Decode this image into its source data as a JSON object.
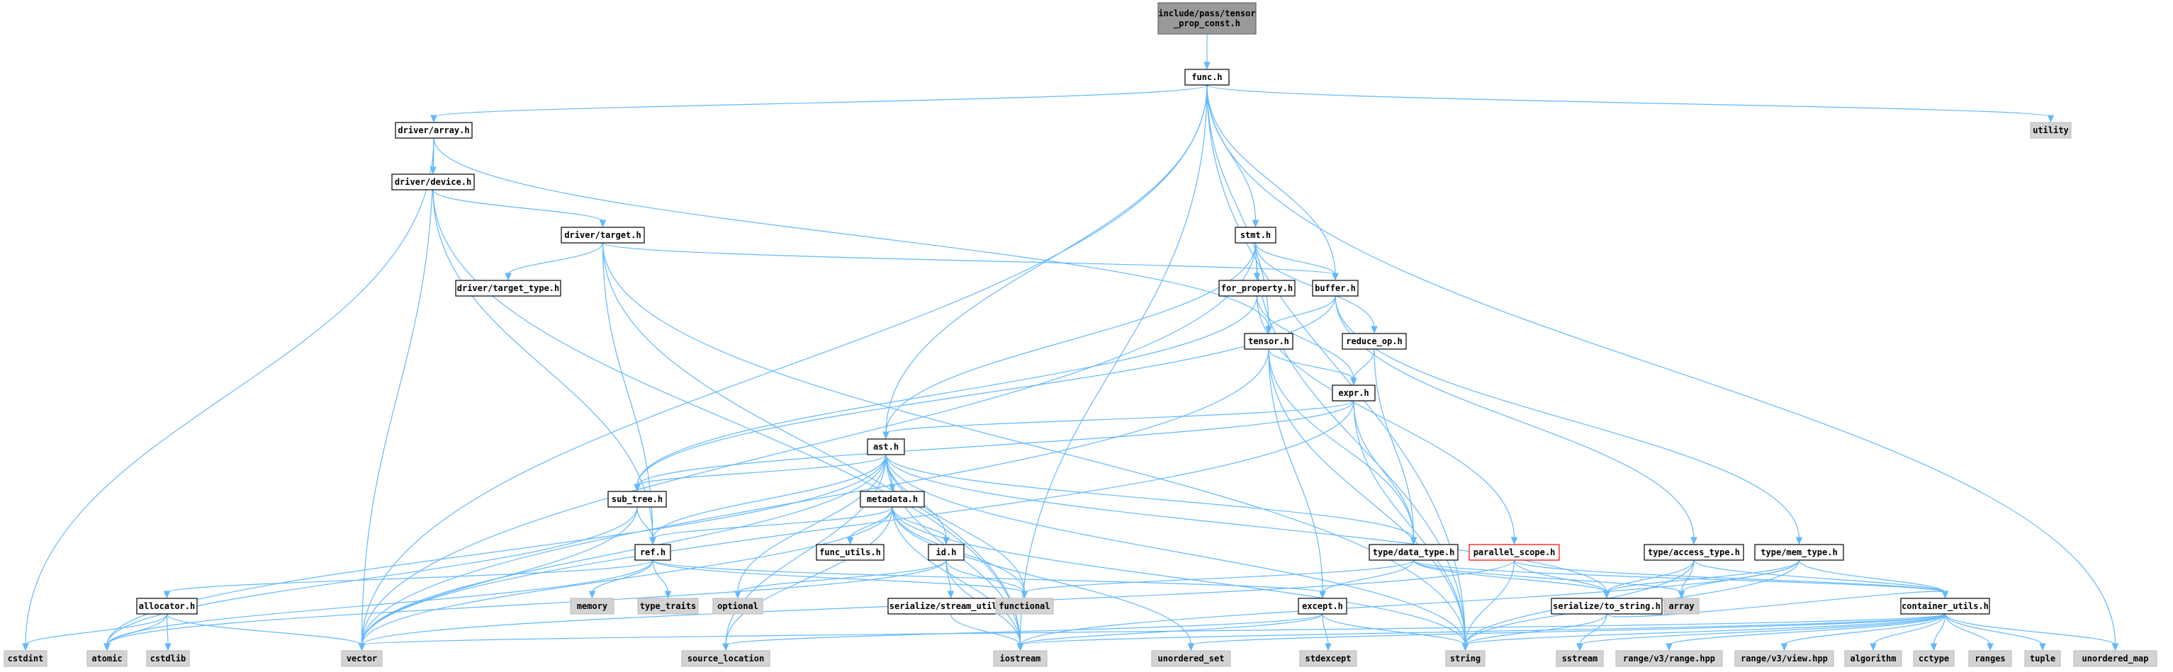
{
  "nodes": [
    {
      "id": "root",
      "lines": [
        "include/pass/tensor",
        "_prop_const.h"
      ],
      "kind": "root"
    },
    {
      "id": "func",
      "lines": [
        "func.h"
      ],
      "kind": "user"
    },
    {
      "id": "utility",
      "lines": [
        "utility"
      ],
      "kind": "system"
    },
    {
      "id": "driver_array",
      "lines": [
        "driver/array.h"
      ],
      "kind": "user"
    },
    {
      "id": "driver_device",
      "lines": [
        "driver/device.h"
      ],
      "kind": "user"
    },
    {
      "id": "driver_target",
      "lines": [
        "driver/target.h"
      ],
      "kind": "user"
    },
    {
      "id": "driver_target_type",
      "lines": [
        "driver/target_type.h"
      ],
      "kind": "user"
    },
    {
      "id": "stmt",
      "lines": [
        "stmt.h"
      ],
      "kind": "user"
    },
    {
      "id": "for_property",
      "lines": [
        "for_property.h"
      ],
      "kind": "user"
    },
    {
      "id": "buffer",
      "lines": [
        "buffer.h"
      ],
      "kind": "user"
    },
    {
      "id": "tensor",
      "lines": [
        "tensor.h"
      ],
      "kind": "user"
    },
    {
      "id": "reduce_op",
      "lines": [
        "reduce_op.h"
      ],
      "kind": "user"
    },
    {
      "id": "expr",
      "lines": [
        "expr.h"
      ],
      "kind": "user"
    },
    {
      "id": "ast",
      "lines": [
        "ast.h"
      ],
      "kind": "user"
    },
    {
      "id": "sub_tree",
      "lines": [
        "sub_tree.h"
      ],
      "kind": "user"
    },
    {
      "id": "metadata",
      "lines": [
        "metadata.h"
      ],
      "kind": "user"
    },
    {
      "id": "ref",
      "lines": [
        "ref.h"
      ],
      "kind": "user"
    },
    {
      "id": "func_utils",
      "lines": [
        "func_utils.h"
      ],
      "kind": "user"
    },
    {
      "id": "id",
      "lines": [
        "id.h"
      ],
      "kind": "user"
    },
    {
      "id": "type_data_type",
      "lines": [
        "type/data_type.h"
      ],
      "kind": "user"
    },
    {
      "id": "parallel_scope",
      "lines": [
        "parallel_scope.h"
      ],
      "kind": "highlight"
    },
    {
      "id": "type_access_type",
      "lines": [
        "type/access_type.h"
      ],
      "kind": "user"
    },
    {
      "id": "type_mem_type",
      "lines": [
        "type/mem_type.h"
      ],
      "kind": "user"
    },
    {
      "id": "allocator",
      "lines": [
        "allocator.h"
      ],
      "kind": "user"
    },
    {
      "id": "serialize_stream_utils",
      "lines": [
        "serialize/stream_utils.h"
      ],
      "kind": "user"
    },
    {
      "id": "except",
      "lines": [
        "except.h"
      ],
      "kind": "user"
    },
    {
      "id": "serialize_to_string",
      "lines": [
        "serialize/to_string.h"
      ],
      "kind": "user"
    },
    {
      "id": "container_utils",
      "lines": [
        "container_utils.h"
      ],
      "kind": "user"
    },
    {
      "id": "memory",
      "lines": [
        "memory"
      ],
      "kind": "system"
    },
    {
      "id": "type_traits",
      "lines": [
        "type_traits"
      ],
      "kind": "system"
    },
    {
      "id": "optional",
      "lines": [
        "optional"
      ],
      "kind": "system"
    },
    {
      "id": "functional",
      "lines": [
        "functional"
      ],
      "kind": "system"
    },
    {
      "id": "array",
      "lines": [
        "array"
      ],
      "kind": "system"
    },
    {
      "id": "cstdint",
      "lines": [
        "cstdint"
      ],
      "kind": "system"
    },
    {
      "id": "atomic",
      "lines": [
        "atomic"
      ],
      "kind": "system"
    },
    {
      "id": "cstdlib",
      "lines": [
        "cstdlib"
      ],
      "kind": "system"
    },
    {
      "id": "vector",
      "lines": [
        "vector"
      ],
      "kind": "system"
    },
    {
      "id": "source_location",
      "lines": [
        "source_location"
      ],
      "kind": "system"
    },
    {
      "id": "iostream",
      "lines": [
        "iostream"
      ],
      "kind": "system"
    },
    {
      "id": "unordered_set",
      "lines": [
        "unordered_set"
      ],
      "kind": "system"
    },
    {
      "id": "stdexcept",
      "lines": [
        "stdexcept"
      ],
      "kind": "system"
    },
    {
      "id": "string",
      "lines": [
        "string"
      ],
      "kind": "system"
    },
    {
      "id": "sstream",
      "lines": [
        "sstream"
      ],
      "kind": "system"
    },
    {
      "id": "range_v3_range",
      "lines": [
        "range/v3/range.hpp"
      ],
      "kind": "system"
    },
    {
      "id": "range_v3_view",
      "lines": [
        "range/v3/view.hpp"
      ],
      "kind": "system"
    },
    {
      "id": "algorithm",
      "lines": [
        "algorithm"
      ],
      "kind": "system"
    },
    {
      "id": "cctype",
      "lines": [
        "cctype"
      ],
      "kind": "system"
    },
    {
      "id": "ranges",
      "lines": [
        "ranges"
      ],
      "kind": "system"
    },
    {
      "id": "tuple",
      "lines": [
        "tuple"
      ],
      "kind": "system"
    },
    {
      "id": "unordered_map",
      "lines": [
        "unordered_map"
      ],
      "kind": "system"
    }
  ],
  "edges": [
    [
      "root",
      "func"
    ],
    [
      "func",
      "utility"
    ],
    [
      "func",
      "driver_array"
    ],
    [
      "func",
      "stmt"
    ],
    [
      "func",
      "buffer"
    ],
    [
      "func",
      "tensor"
    ],
    [
      "func",
      "ast"
    ],
    [
      "func",
      "vector"
    ],
    [
      "func",
      "iostream"
    ],
    [
      "func",
      "string"
    ],
    [
      "func",
      "unordered_map"
    ],
    [
      "driver_array",
      "driver_device"
    ],
    [
      "driver_array",
      "tensor"
    ],
    [
      "driver_array",
      "vector"
    ],
    [
      "driver_array",
      "cstdint"
    ],
    [
      "driver_device",
      "driver_target"
    ],
    [
      "driver_device",
      "ref"
    ],
    [
      "driver_device",
      "iostream"
    ],
    [
      "driver_target",
      "driver_target_type"
    ],
    [
      "driver_target",
      "buffer"
    ],
    [
      "driver_target",
      "ref"
    ],
    [
      "driver_target",
      "iostream"
    ],
    [
      "driver_target",
      "string"
    ],
    [
      "stmt",
      "for_property"
    ],
    [
      "stmt",
      "buffer"
    ],
    [
      "stmt",
      "reduce_op"
    ],
    [
      "stmt",
      "ast"
    ],
    [
      "stmt",
      "vector"
    ],
    [
      "stmt",
      "string"
    ],
    [
      "for_property",
      "sub_tree"
    ],
    [
      "for_property",
      "parallel_scope"
    ],
    [
      "for_property",
      "expr"
    ],
    [
      "buffer",
      "tensor"
    ],
    [
      "buffer",
      "type_access_type"
    ],
    [
      "buffer",
      "type_mem_type"
    ],
    [
      "buffer",
      "sub_tree"
    ],
    [
      "tensor",
      "expr"
    ],
    [
      "tensor",
      "type_data_type"
    ],
    [
      "tensor",
      "except"
    ],
    [
      "tensor",
      "vector"
    ],
    [
      "tensor",
      "string"
    ],
    [
      "reduce_op",
      "expr"
    ],
    [
      "reduce_op",
      "type_data_type"
    ],
    [
      "expr",
      "ast"
    ],
    [
      "expr",
      "type_data_type"
    ],
    [
      "expr",
      "sub_tree"
    ],
    [
      "expr",
      "string"
    ],
    [
      "expr",
      "vector"
    ],
    [
      "ast",
      "metadata"
    ],
    [
      "ast",
      "sub_tree"
    ],
    [
      "ast",
      "ref"
    ],
    [
      "ast",
      "id"
    ],
    [
      "ast",
      "type_data_type"
    ],
    [
      "ast",
      "serialize_to_string"
    ],
    [
      "ast",
      "optional"
    ],
    [
      "ast",
      "functional"
    ],
    [
      "ast",
      "atomic"
    ],
    [
      "ast",
      "iostream"
    ],
    [
      "ast",
      "string"
    ],
    [
      "ast",
      "vector"
    ],
    [
      "ast",
      "source_location"
    ],
    [
      "sub_tree",
      "ref"
    ],
    [
      "sub_tree",
      "vector"
    ],
    [
      "sub_tree",
      "atomic"
    ],
    [
      "metadata",
      "ref"
    ],
    [
      "metadata",
      "func_utils"
    ],
    [
      "metadata",
      "id"
    ],
    [
      "metadata",
      "vector"
    ],
    [
      "metadata",
      "functional"
    ],
    [
      "metadata",
      "unordered_set"
    ],
    [
      "metadata",
      "iostream"
    ],
    [
      "metadata",
      "string"
    ],
    [
      "metadata",
      "source_location"
    ],
    [
      "ref",
      "allocator"
    ],
    [
      "ref",
      "memory"
    ],
    [
      "ref",
      "type_traits"
    ],
    [
      "ref",
      "functional"
    ],
    [
      "ref",
      "except"
    ],
    [
      "ref",
      "atomic"
    ],
    [
      "id",
      "serialize_stream_utils"
    ],
    [
      "id",
      "functional"
    ],
    [
      "id",
      "iostream"
    ],
    [
      "id",
      "optional"
    ],
    [
      "id",
      "atomic"
    ],
    [
      "type_data_type",
      "except"
    ],
    [
      "type_data_type",
      "serialize_to_string"
    ],
    [
      "type_data_type",
      "container_utils"
    ],
    [
      "type_data_type",
      "functional"
    ],
    [
      "type_data_type",
      "array"
    ],
    [
      "parallel_scope",
      "serialize_to_string"
    ],
    [
      "parallel_scope",
      "container_utils"
    ],
    [
      "parallel_scope",
      "string"
    ],
    [
      "parallel_scope",
      "vector"
    ],
    [
      "type_access_type",
      "serialize_to_string"
    ],
    [
      "type_access_type",
      "array"
    ],
    [
      "type_access_type",
      "container_utils"
    ],
    [
      "type_access_type",
      "string"
    ],
    [
      "type_mem_type",
      "serialize_to_string"
    ],
    [
      "type_mem_type",
      "array"
    ],
    [
      "type_mem_type",
      "container_utils"
    ],
    [
      "type_mem_type",
      "string"
    ],
    [
      "type_mem_type",
      "iostream"
    ],
    [
      "allocator",
      "cstdint"
    ],
    [
      "allocator",
      "atomic"
    ],
    [
      "allocator",
      "cstdlib"
    ],
    [
      "allocator",
      "vector"
    ],
    [
      "serialize_stream_utils",
      "iostream"
    ],
    [
      "except",
      "source_location"
    ],
    [
      "except",
      "iostream"
    ],
    [
      "except",
      "stdexcept"
    ],
    [
      "except",
      "string"
    ],
    [
      "serialize_to_string",
      "sstream"
    ],
    [
      "serialize_to_string",
      "string"
    ],
    [
      "serialize_to_string",
      "container_utils"
    ],
    [
      "container_utils",
      "string"
    ],
    [
      "container_utils",
      "iostream"
    ],
    [
      "container_utils",
      "sstream"
    ],
    [
      "container_utils",
      "range_v3_range"
    ],
    [
      "container_utils",
      "range_v3_view"
    ],
    [
      "container_utils",
      "algorithm"
    ],
    [
      "container_utils",
      "cctype"
    ],
    [
      "container_utils",
      "ranges"
    ],
    [
      "container_utils",
      "tuple"
    ],
    [
      "container_utils",
      "unordered_map"
    ],
    [
      "container_utils",
      "vector"
    ],
    [
      "container_utils",
      "unordered_set"
    ]
  ]
}
